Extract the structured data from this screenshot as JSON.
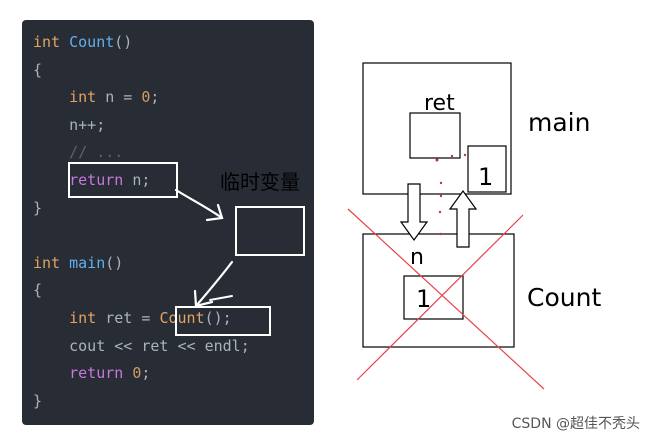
{
  "code": {
    "lines": [
      {
        "parts": [
          {
            "t": "int",
            "c": "kw-type"
          },
          {
            "t": " ",
            "c": "plain"
          },
          {
            "t": "Count",
            "c": "fn"
          },
          {
            "t": "()",
            "c": "plain"
          }
        ]
      },
      {
        "parts": [
          {
            "t": "{",
            "c": "plain"
          }
        ]
      },
      {
        "parts": [
          {
            "t": "    ",
            "c": "plain"
          },
          {
            "t": "int",
            "c": "kw-type"
          },
          {
            "t": " n = ",
            "c": "plain"
          },
          {
            "t": "0",
            "c": "num"
          },
          {
            "t": ";",
            "c": "plain"
          }
        ]
      },
      {
        "parts": [
          {
            "t": "    n++;",
            "c": "plain"
          }
        ]
      },
      {
        "parts": [
          {
            "t": "    ",
            "c": "plain"
          },
          {
            "t": "// ...",
            "c": "cmt"
          }
        ]
      },
      {
        "parts": [
          {
            "t": "    ",
            "c": "plain"
          },
          {
            "t": "return",
            "c": "kw-ret"
          },
          {
            "t": " n;",
            "c": "plain"
          }
        ]
      },
      {
        "parts": [
          {
            "t": "}",
            "c": "plain"
          }
        ]
      },
      {
        "parts": [
          {
            "t": "",
            "c": "plain"
          }
        ]
      },
      {
        "parts": [
          {
            "t": "int",
            "c": "kw-type"
          },
          {
            "t": " ",
            "c": "plain"
          },
          {
            "t": "main",
            "c": "fn"
          },
          {
            "t": "()",
            "c": "plain"
          }
        ]
      },
      {
        "parts": [
          {
            "t": "{",
            "c": "plain"
          }
        ]
      },
      {
        "parts": [
          {
            "t": "    ",
            "c": "plain"
          },
          {
            "t": "int",
            "c": "kw-type"
          },
          {
            "t": " ret = ",
            "c": "plain"
          },
          {
            "t": "Count",
            "c": "kw-type"
          },
          {
            "t": "();",
            "c": "plain"
          }
        ]
      },
      {
        "parts": [
          {
            "t": "    cout << ret << endl;",
            "c": "plain"
          }
        ]
      },
      {
        "parts": [
          {
            "t": "    ",
            "c": "plain"
          },
          {
            "t": "return",
            "c": "kw-ret"
          },
          {
            "t": " ",
            "c": "plain"
          },
          {
            "t": "0",
            "c": "num"
          },
          {
            "t": ";",
            "c": "plain"
          }
        ]
      },
      {
        "parts": [
          {
            "t": "}",
            "c": "plain"
          }
        ]
      }
    ]
  },
  "annotations": {
    "temp_label": "临时变量"
  },
  "diagram": {
    "main_frame_label": "main",
    "ret_label": "ret",
    "main_value": "1",
    "count_frame_label": "Count",
    "n_label": "n",
    "count_value": "1",
    "cross_color": "#e8424b"
  },
  "watermark": "CSDN @超佳不秃头"
}
